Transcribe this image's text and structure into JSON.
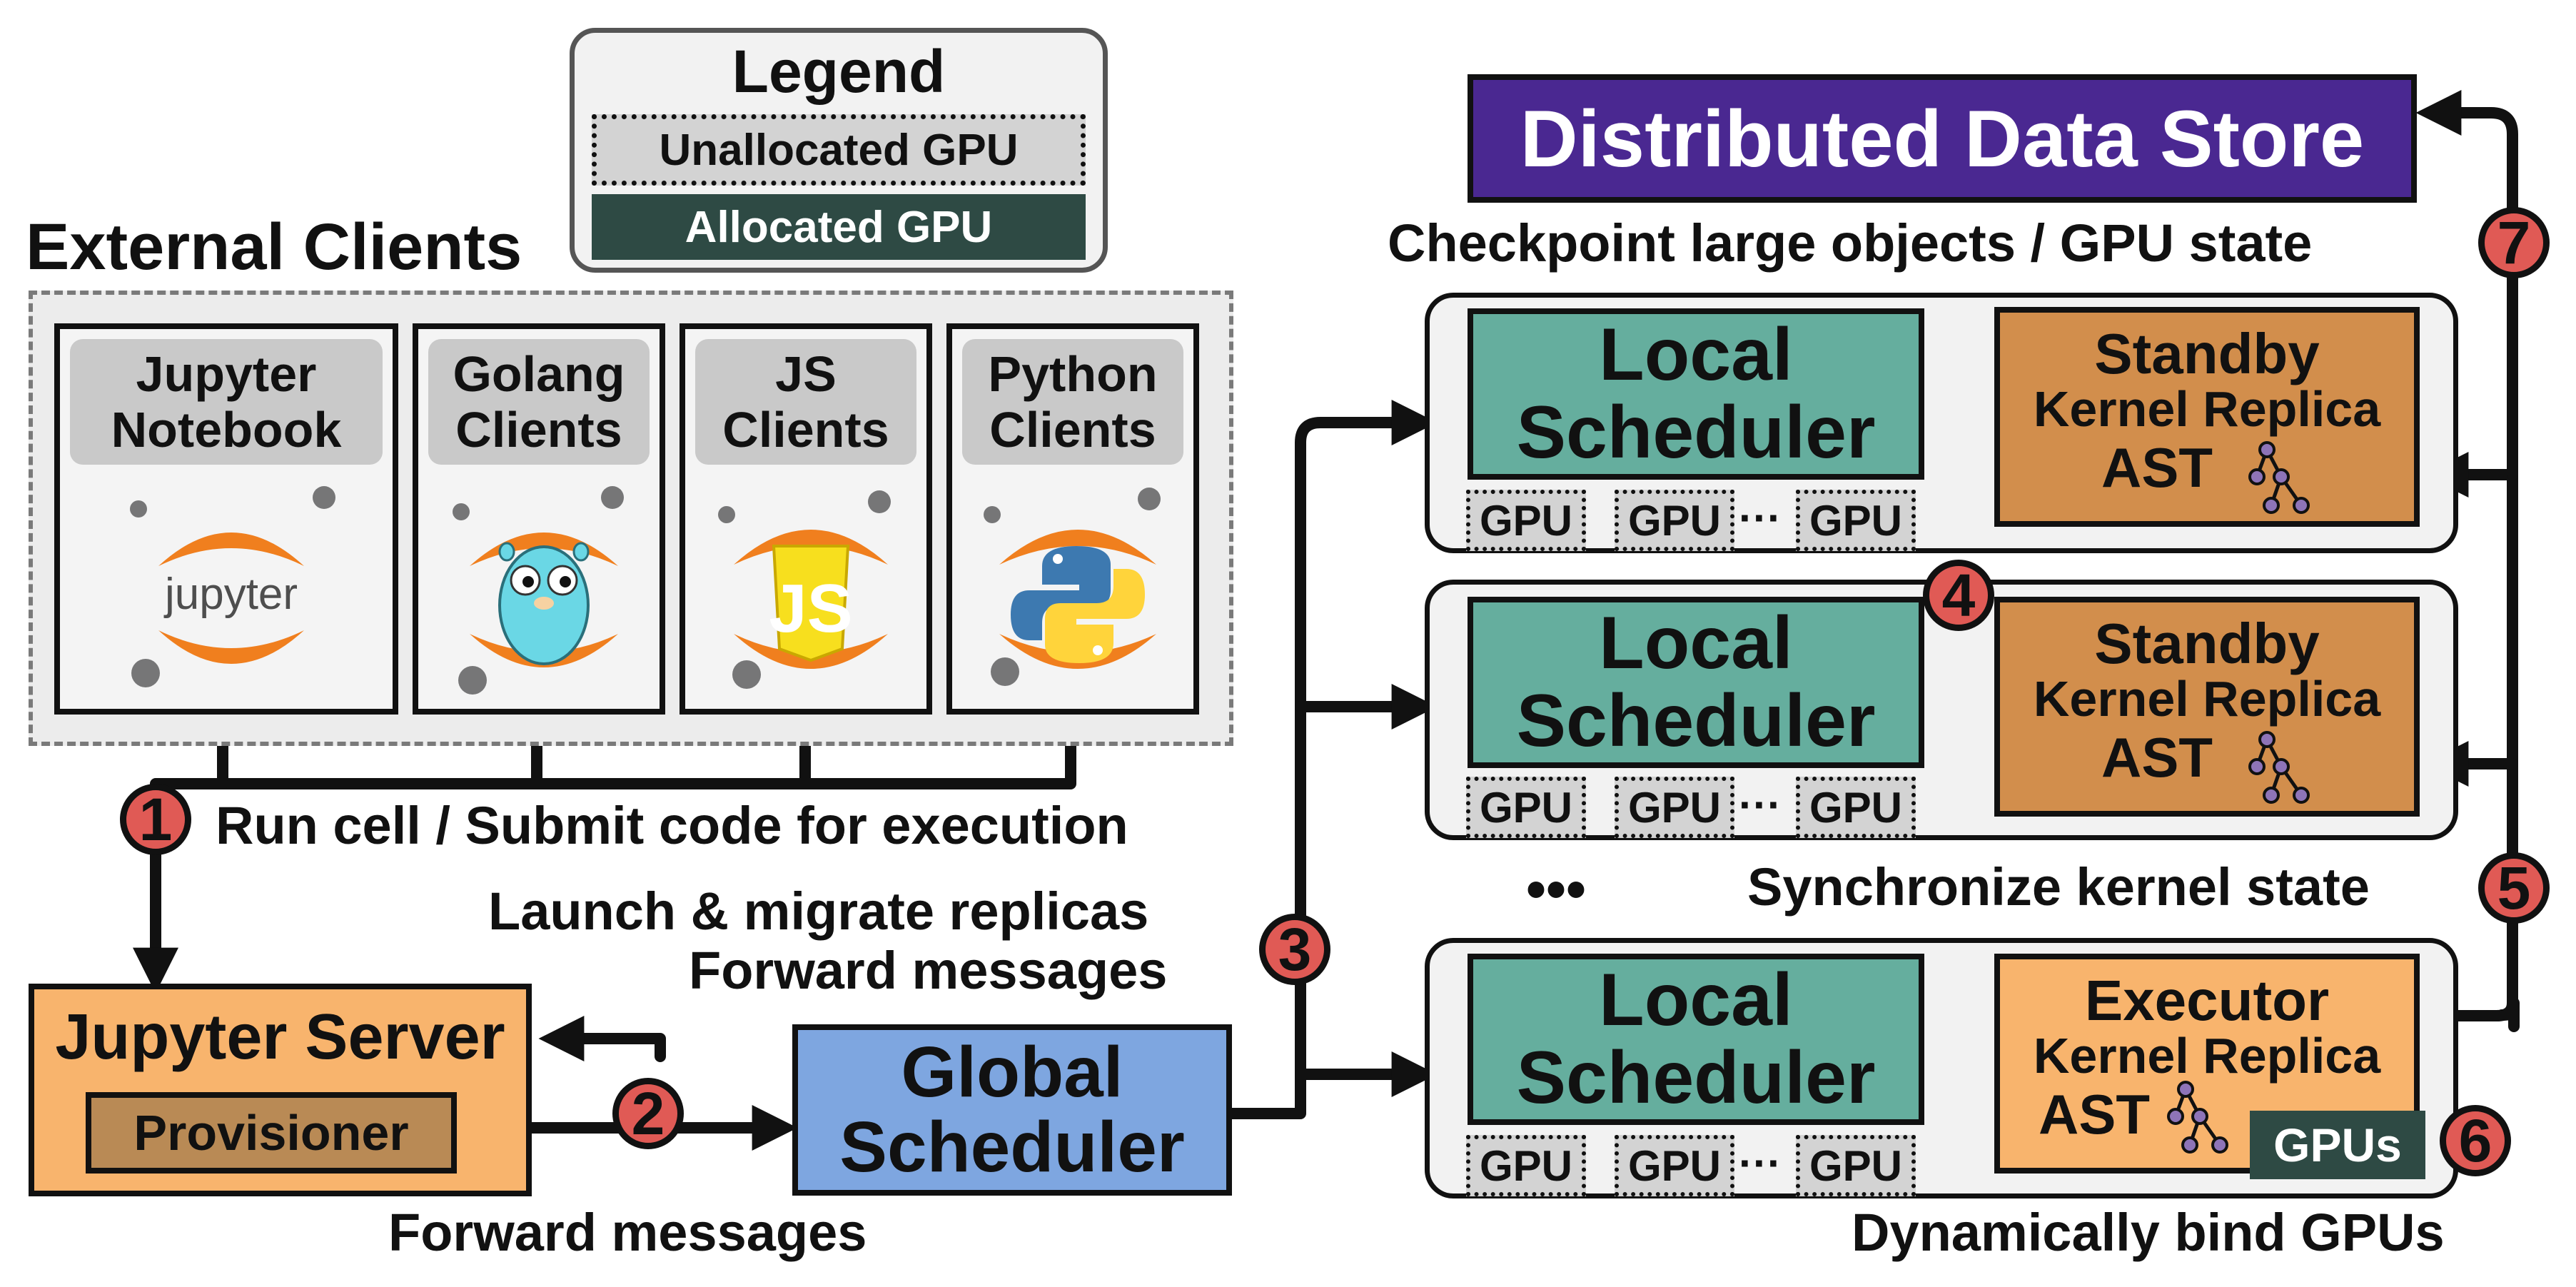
{
  "legend": {
    "title": "Legend",
    "unallocated_gpu": "Unallocated GPU",
    "allocated_gpu": "Allocated GPU"
  },
  "external_clients": {
    "title": "External Clients",
    "clients": [
      {
        "line1": "Jupyter",
        "line2": "Notebook",
        "logo": "jupyter-logo",
        "logo_text": "jupyter"
      },
      {
        "line1": "Golang",
        "line2": "Clients",
        "logo": "gopher-logo"
      },
      {
        "line1": "JS",
        "line2": "Clients",
        "logo": "js-logo",
        "logo_text": "JS"
      },
      {
        "line1": "Python",
        "line2": "Clients",
        "logo": "python-logo"
      }
    ]
  },
  "jupyter_server": {
    "title": "Jupyter Server",
    "provisioner": "Provisioner"
  },
  "global_scheduler": {
    "line1": "Global",
    "line2": "Scheduler"
  },
  "data_store": {
    "title": "Distributed Data Store"
  },
  "nodes": [
    {
      "scheduler_line1": "Local",
      "scheduler_line2": "Scheduler",
      "kernel_line1": "Standby",
      "kernel_line2": "Kernel Replica",
      "ast": "AST",
      "gpus": [
        "GPU",
        "GPU",
        "GPU"
      ],
      "gpu_ellipsis": "···"
    },
    {
      "scheduler_line1": "Local",
      "scheduler_line2": "Scheduler",
      "kernel_line1": "Standby",
      "kernel_line2": "Kernel Replica",
      "ast": "AST",
      "gpus": [
        "GPU",
        "GPU",
        "GPU"
      ],
      "gpu_ellipsis": "···"
    },
    {
      "scheduler_line1": "Local",
      "scheduler_line2": "Scheduler",
      "kernel_line1": "Executor",
      "kernel_line2": "Kernel Replica",
      "ast": "AST",
      "gpus": [
        "GPU",
        "GPU",
        "GPU"
      ],
      "gpu_ellipsis": "···",
      "gpus_badge": "GPUs"
    }
  ],
  "node_ellipsis": "•••",
  "steps": [
    {
      "number": "1",
      "label": "Run cell / Submit code for execution"
    },
    {
      "number": "2",
      "label": "Forward messages"
    },
    {
      "number": "3",
      "label_line1": "Launch & migrate replicas",
      "label_line2": "Forward messages"
    },
    {
      "number": "4"
    },
    {
      "number": "5",
      "label": "Synchronize kernel state"
    },
    {
      "number": "6",
      "label": "Dynamically bind GPUs"
    },
    {
      "number": "7",
      "label": "Checkpoint large objects / GPU state"
    }
  ],
  "colors": {
    "legend_bg": "#f2f2f2",
    "unallocated_gpu": "#d3d3d3",
    "allocated_gpu": "#2e4a44",
    "jupyter_server": "#f8b46d",
    "provisioner": "#b98a55",
    "global_scheduler": "#7ea6e0",
    "data_store": "#4a2891",
    "local_scheduler": "#65ae9e",
    "standby_kernel": "#d28e4c",
    "executor_kernel": "#f8b46d",
    "step_badge": "#e05a55",
    "orange_ring": "#f07f1e"
  }
}
